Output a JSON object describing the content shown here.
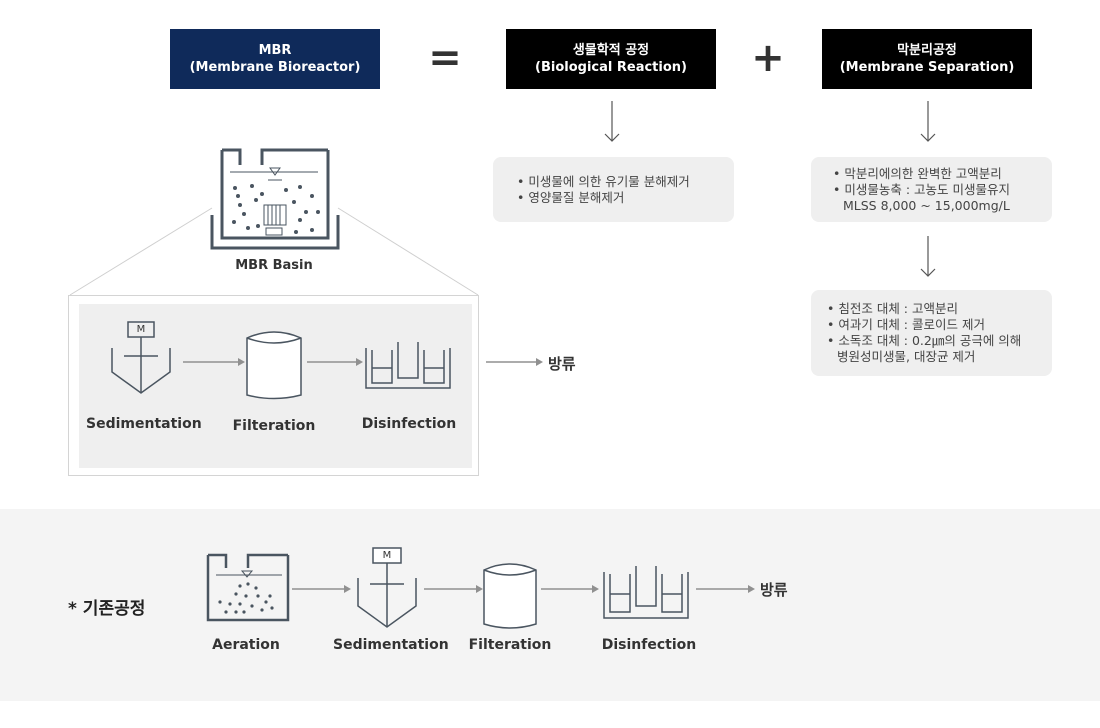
{
  "header": {
    "mbr": {
      "line1": "MBR",
      "line2": "(Membrane Bioreactor)"
    },
    "equals": "=",
    "bio": {
      "line1": "생물학적 공정",
      "line2": "(Biological Reaction)"
    },
    "plus": "+",
    "membrane": {
      "line1": "막분리공정",
      "line2": "(Membrane Separation)"
    }
  },
  "bio_card": {
    "items": [
      "• 미생물에 의한 유기물 분해제거",
      "• 영양물질 분해제거"
    ]
  },
  "membrane_card": {
    "items": [
      "• 막분리에의한 완벽한 고액분리",
      "• 미생물농축 : 고농도 미생물유지",
      "MLSS 8,000 ~ 15,000mg/L"
    ]
  },
  "replace_card": {
    "items": [
      "• 침전조 대체 : 고액분리",
      "• 여과기 대체 : 콜로이드 제거",
      "• 소독조 대체 : 0.2㎛의 공극에 의해",
      "병원성미생물, 대장균 제거"
    ]
  },
  "mbr_basin": {
    "label": "MBR Basin"
  },
  "mbr_process": {
    "steps": [
      "Sedimentation",
      "Filteration",
      "Disinfection"
    ],
    "motor_label": "M",
    "discharge": "방류"
  },
  "existing_process": {
    "title": "* 기존공정",
    "steps": [
      "Aeration",
      "Sedimentation",
      "Filteration",
      "Disinfection"
    ],
    "motor_label": "M",
    "discharge": "방류"
  },
  "colors": {
    "mbr_box": "#0f2a5a",
    "black_box": "#000000",
    "icon_stroke": "#4a5560",
    "arrow": "#909090"
  }
}
